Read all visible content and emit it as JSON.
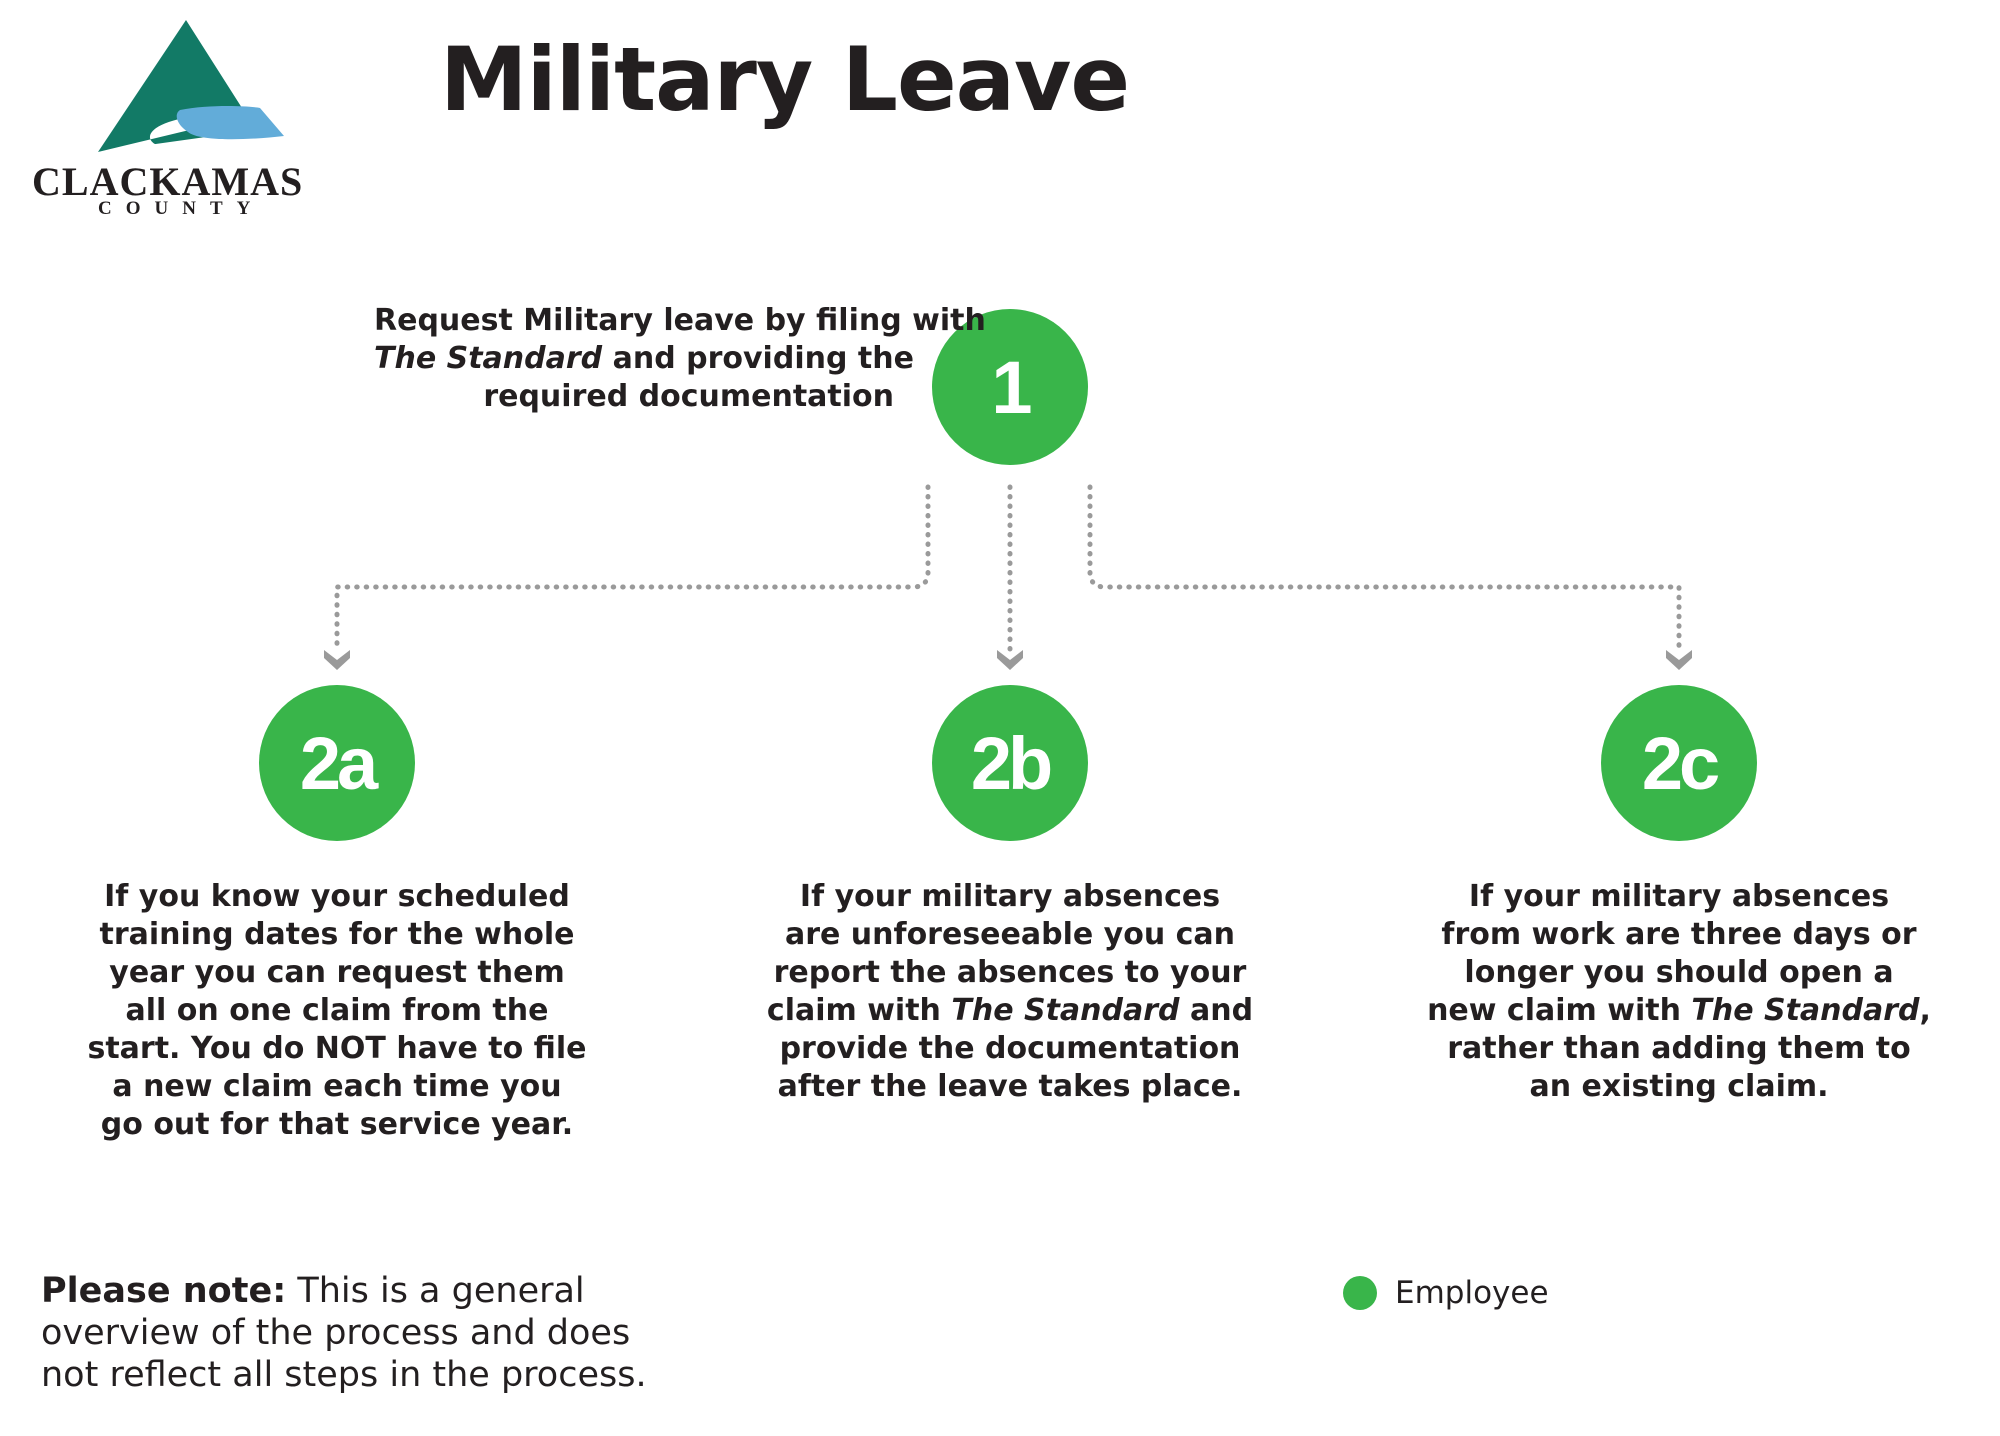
{
  "logo": {
    "name": "CLACKAMAS",
    "sub": "COUNTY",
    "colors": {
      "triangle": "#127a66",
      "water": "#62acd9"
    }
  },
  "title": "Military Leave",
  "steps": {
    "s1": {
      "label": "1",
      "lines": [
        [
          "Request Military leave by filing with"
        ],
        [
          "The Standard",
          " and providing the"
        ],
        [
          "required documentation"
        ]
      ]
    },
    "s2a": {
      "label": "2a",
      "lines": [
        "If you know your scheduled",
        "training dates for the whole",
        "year you can request them",
        "all on one claim from the",
        "start. You do NOT have to file",
        "a new claim each time you",
        "go out for that service year."
      ]
    },
    "s2b": {
      "label": "2b",
      "lines": [
        "If your military absences",
        "are unforeseeable you can",
        "report the absences to your",
        [
          "claim with ",
          "The Standard",
          " and"
        ],
        "provide the documentation",
        "after the leave takes place."
      ]
    },
    "s2c": {
      "label": "2c",
      "lines": [
        "If your military absences",
        "from work are three days or",
        "longer you should open a",
        [
          "new claim with ",
          "The Standard",
          ","
        ],
        "rather than adding them to",
        "an existing claim."
      ]
    }
  },
  "note": {
    "bold": "Please note:",
    "lines": [
      " This is a general",
      "overview of the process and does",
      "not reflect all steps in the process."
    ]
  },
  "legend": {
    "label": "Employee",
    "color": "#39b54a"
  },
  "connector_color": "#9a9a9a"
}
